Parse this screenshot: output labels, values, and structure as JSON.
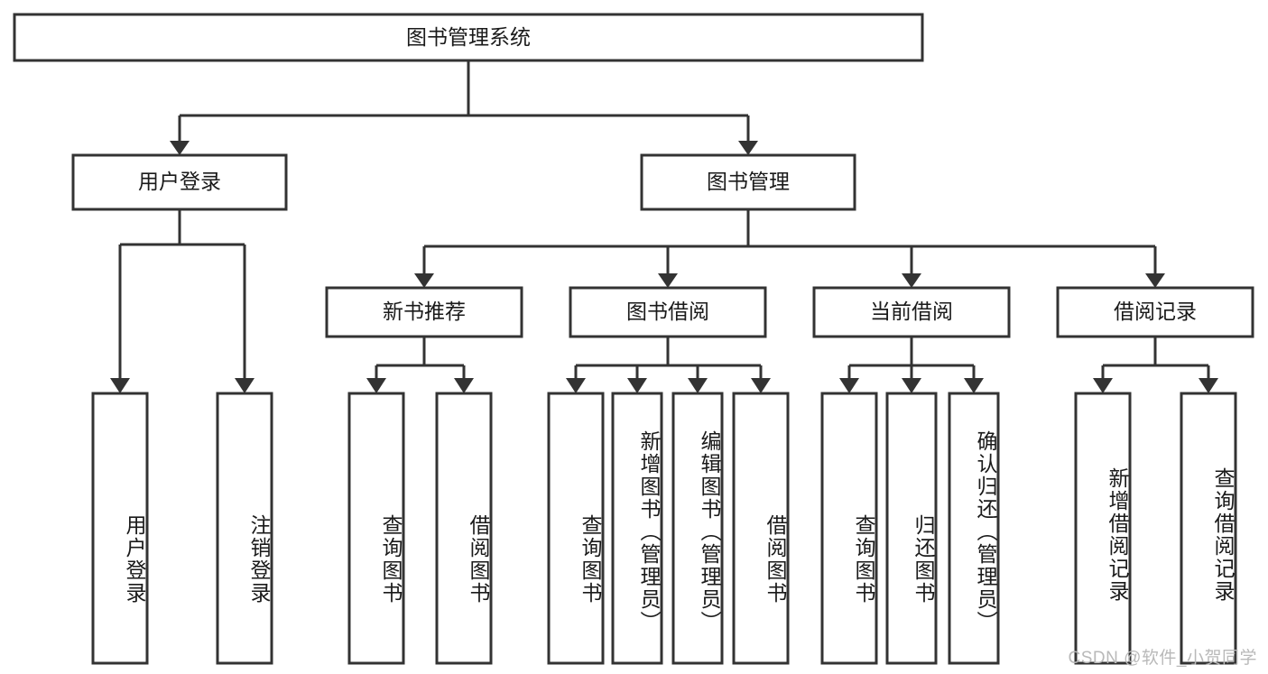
{
  "diagram": {
    "title": "图书管理系统",
    "type": "tree-hierarchy",
    "theme": {
      "background": "#ffffff",
      "box_stroke": "#333333",
      "text_color": "#1a1a1a",
      "watermark_color": "#b9b9b9"
    },
    "root": {
      "id": "root",
      "label": "图书管理系统"
    },
    "level2": [
      {
        "id": "user-login",
        "label": "用户登录"
      },
      {
        "id": "book-management",
        "label": "图书管理"
      }
    ],
    "level3": [
      {
        "id": "new-book-recommend",
        "label": "新书推荐",
        "parent": "book-management"
      },
      {
        "id": "book-borrow",
        "label": "图书借阅",
        "parent": "book-management"
      },
      {
        "id": "current-borrow",
        "label": "当前借阅",
        "parent": "book-management"
      },
      {
        "id": "borrow-record",
        "label": "借阅记录",
        "parent": "book-management"
      }
    ],
    "leaves": [
      {
        "id": "leaf-user-login",
        "label": "用户登录",
        "parent": "user-login"
      },
      {
        "id": "leaf-logout-login",
        "label": "注销登录",
        "parent": "user-login"
      },
      {
        "id": "leaf-query-book-1",
        "label": "查询图书",
        "parent": "new-book-recommend"
      },
      {
        "id": "leaf-borrow-book-1",
        "label": "借阅图书",
        "parent": "new-book-recommend"
      },
      {
        "id": "leaf-query-book-2",
        "label": "查询图书",
        "parent": "book-borrow"
      },
      {
        "id": "leaf-add-book",
        "label": "新增图书（管理员）",
        "parent": "book-borrow"
      },
      {
        "id": "leaf-edit-book",
        "label": "编辑图书（管理员）",
        "parent": "book-borrow"
      },
      {
        "id": "leaf-borrow-book-2",
        "label": "借阅图书",
        "parent": "book-borrow"
      },
      {
        "id": "leaf-query-book-3",
        "label": "查询图书",
        "parent": "current-borrow"
      },
      {
        "id": "leaf-return-book",
        "label": "归还图书",
        "parent": "current-borrow"
      },
      {
        "id": "leaf-confirm-return",
        "label": "确认归还（管理员）",
        "parent": "current-borrow"
      },
      {
        "id": "leaf-add-record",
        "label": "新增借阅记录",
        "parent": "borrow-record"
      },
      {
        "id": "leaf-query-record",
        "label": "查询借阅记录",
        "parent": "borrow-record"
      }
    ],
    "watermark": "CSDN @软件_小贺同学"
  }
}
